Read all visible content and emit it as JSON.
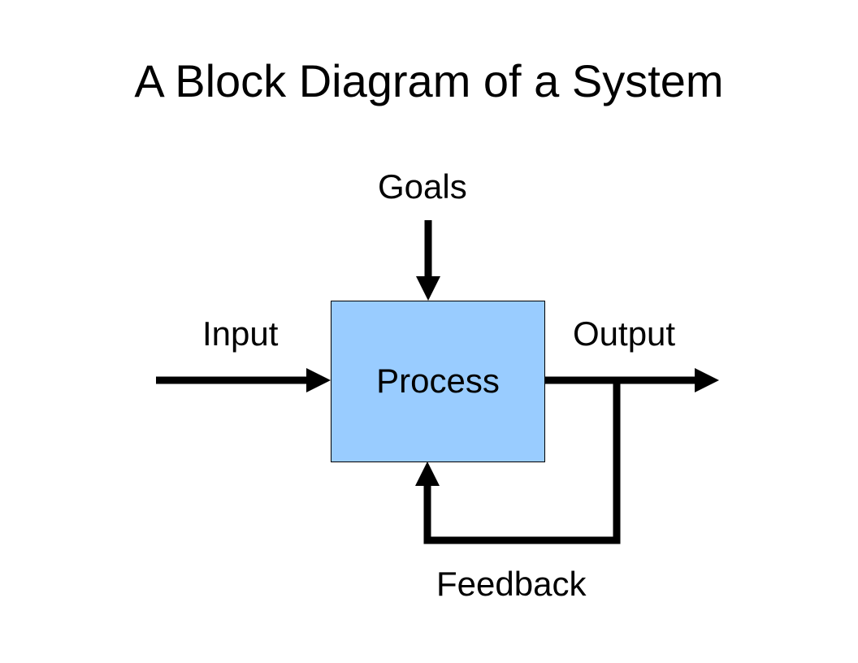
{
  "title": "A Block Diagram of a System",
  "diagram": {
    "process": "Process",
    "goals": "Goals",
    "input": "Input",
    "output": "Output",
    "feedback": "Feedback",
    "colors": {
      "box_fill": "#99ccff",
      "stroke": "#000000"
    }
  }
}
